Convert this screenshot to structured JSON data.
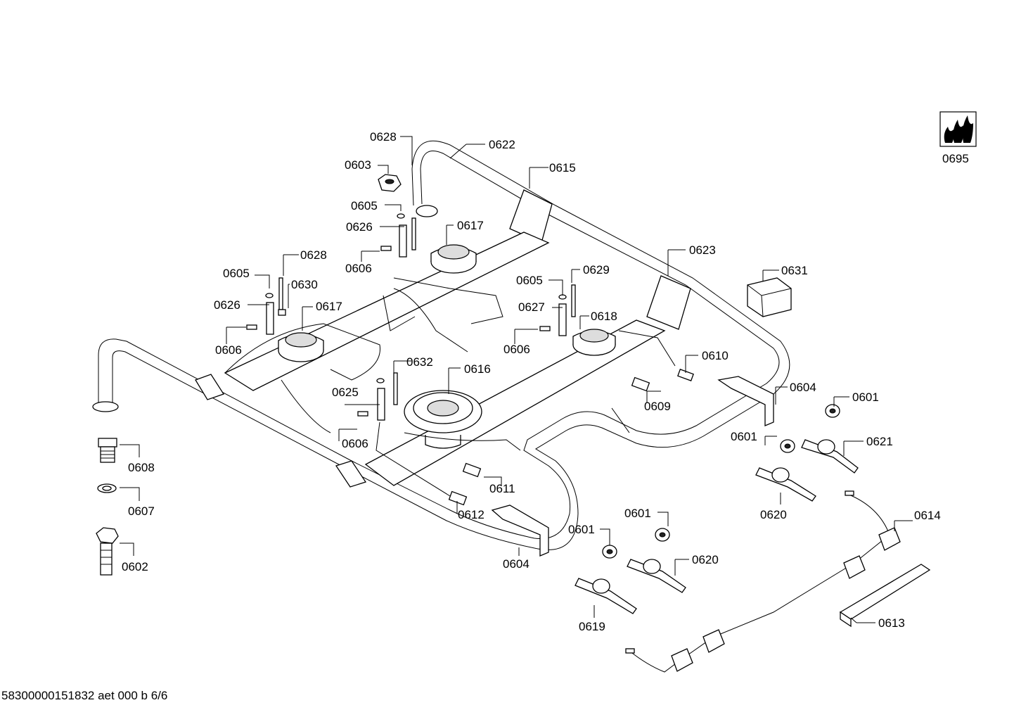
{
  "labels": {
    "l0628a": "0628",
    "l0622": "0622",
    "l0603": "0603",
    "l0615": "0615",
    "l0605a": "0605",
    "l0626a": "0626",
    "l0617a": "0617",
    "l0606a": "0606",
    "l0628b": "0628",
    "l0605b": "0605",
    "l0630": "0630",
    "l0626b": "0626",
    "l0617b": "0617",
    "l0606b": "0606",
    "l0623": "0623",
    "l0629": "0629",
    "l0605c": "0605",
    "l0627": "0627",
    "l0618": "0618",
    "l0606c": "0606",
    "l0631": "0631",
    "l0632": "0632",
    "l0616": "0616",
    "l0625": "0625",
    "l0606d": "0606",
    "l0610": "0610",
    "l0609": "0609",
    "l0604a": "0604",
    "l0601a": "0601",
    "l0601b": "0601",
    "l0621": "0621",
    "l0620a": "0620",
    "l0608": "0608",
    "l0607": "0607",
    "l0602": "0602",
    "l0611": "0611",
    "l0612": "0612",
    "l0604b": "0604",
    "l0601c": "0601",
    "l0601d": "0601",
    "l0620b": "0620",
    "l0614": "0614",
    "l0619": "0619",
    "l0613": "0613",
    "l0695": "0695"
  },
  "footer": "58300000151832 aet 000 b 6/6",
  "icons": {
    "flame_badge": "flame-icon"
  }
}
